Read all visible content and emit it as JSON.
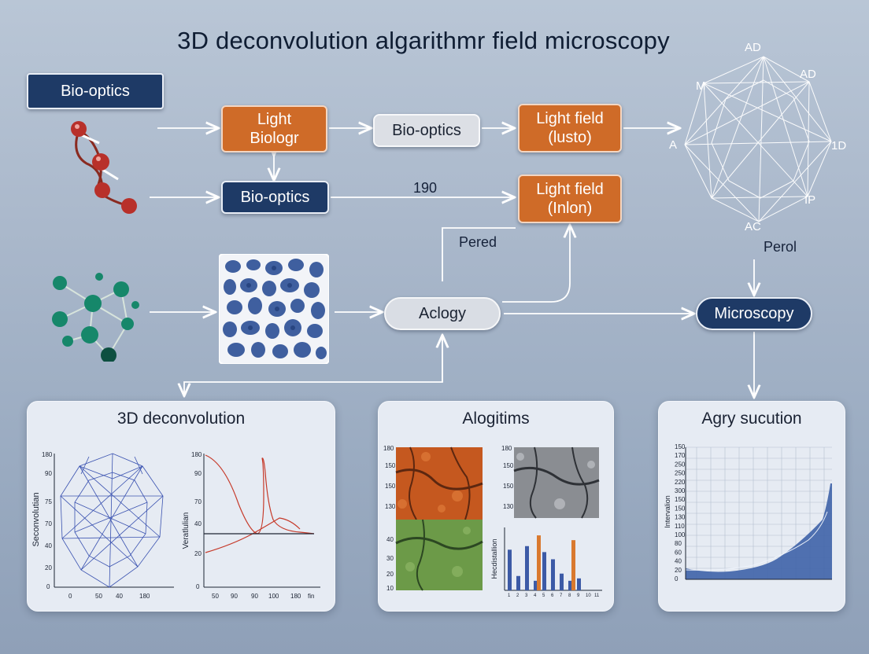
{
  "title": "3D deconvolution algarithmr field microscopy",
  "nodes": {
    "bio_optics_tag": "Bio-optics",
    "light_biologr": [
      "Light",
      "Biologr"
    ],
    "bio_optics_grey": "Bio-optics",
    "light_field_lusto": [
      "Light field",
      "(lusto)"
    ],
    "bio_optics_navy": "Bio-optics",
    "light_field_inlon": [
      "Light field",
      "(Inlon)"
    ],
    "aclogy": "Aclogy",
    "microscopy": "Microscopy"
  },
  "flow_labels": {
    "num_190": "190",
    "pered": "Pered",
    "perol": "Perol"
  },
  "radar": {
    "labels": {
      "top": "AD",
      "top_right": "AD",
      "left_top": "M",
      "left": "A",
      "right": "1D",
      "bottom_right": "IP",
      "bottom": "AC"
    }
  },
  "panels": {
    "left": {
      "title": "3D deconvolution",
      "chart1": {
        "ylabel": "Seconvolutian",
        "yticks": [
          "180",
          "90",
          "75",
          "70",
          "40",
          "20",
          "0"
        ],
        "xticks": [
          "0",
          "50",
          "40",
          "180"
        ]
      },
      "chart2": {
        "ylabel": "Veratlulian",
        "yticks": [
          "180",
          "90",
          "70",
          "40",
          "20",
          "0"
        ],
        "xticks": [
          "50",
          "90",
          "90",
          "100",
          "180",
          "fin"
        ]
      }
    },
    "middle": {
      "title": "Alogitims",
      "img_axis_top": [
        "180",
        "150",
        "150",
        "130"
      ],
      "img_axis_bottom": [
        "40",
        "30",
        "20",
        "10"
      ],
      "bar_ylabel": "Hecdistallion"
    },
    "right": {
      "title": "Agry sucution",
      "ylabel": "Intervalion",
      "yticks": [
        "150",
        "170",
        "250",
        "250",
        "220",
        "300",
        "150",
        "150",
        "130",
        "110",
        "100",
        "80",
        "60",
        "40",
        "20",
        "0"
      ]
    }
  },
  "chart_data": {
    "type": "bar",
    "categories": [
      "1",
      "2",
      "3",
      "4",
      "5",
      "6",
      "7",
      "8",
      "9",
      "10",
      "11"
    ],
    "series": [
      {
        "color": "#3c5aa6",
        "values": [
          34,
          12,
          37,
          8,
          32,
          26,
          14,
          8,
          10
        ]
      },
      {
        "color": "#d9792f",
        "values": [
          0,
          0,
          0,
          46,
          0,
          0,
          0,
          42,
          0
        ]
      }
    ]
  },
  "colors": {
    "navy": "#1e3a66",
    "orange": "#cf6b28",
    "blue_line": "#3a52b0",
    "red_line": "#c63a2a",
    "area_fill": "#3e63a8"
  }
}
